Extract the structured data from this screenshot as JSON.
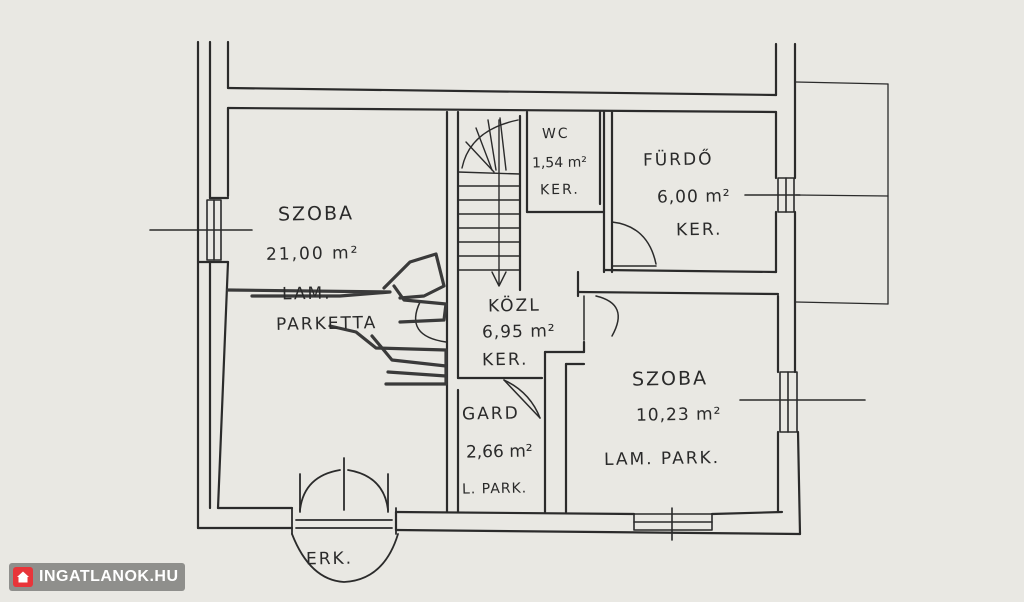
{
  "rooms": {
    "szoba_large": {
      "name": "SZOBA",
      "area": "21,00 m²",
      "floor": "LAM.",
      "floor2": "PARKETTA"
    },
    "wc": {
      "name": "WC",
      "area": "1,54 m²",
      "floor": "KER."
    },
    "furdo": {
      "name": "FÜRDŐ",
      "area": "6,00 m²",
      "floor": "KER."
    },
    "kozl": {
      "name": "KÖZL",
      "area": "6,95 m²",
      "floor": "KER."
    },
    "szoba_small": {
      "name": "SZOBA",
      "area": "10,23 m²",
      "floor": "LAM. PARK."
    },
    "gard": {
      "name": "GARD",
      "area": "2,66 m²",
      "floor": "L. PARK."
    },
    "erkely": {
      "name": "ERK."
    }
  },
  "watermark": {
    "text": "INGATLANOK.HU",
    "logo_color": "#e8353a"
  },
  "colors": {
    "paper": "#e9e8e3",
    "ink": "#2a2a2a"
  }
}
